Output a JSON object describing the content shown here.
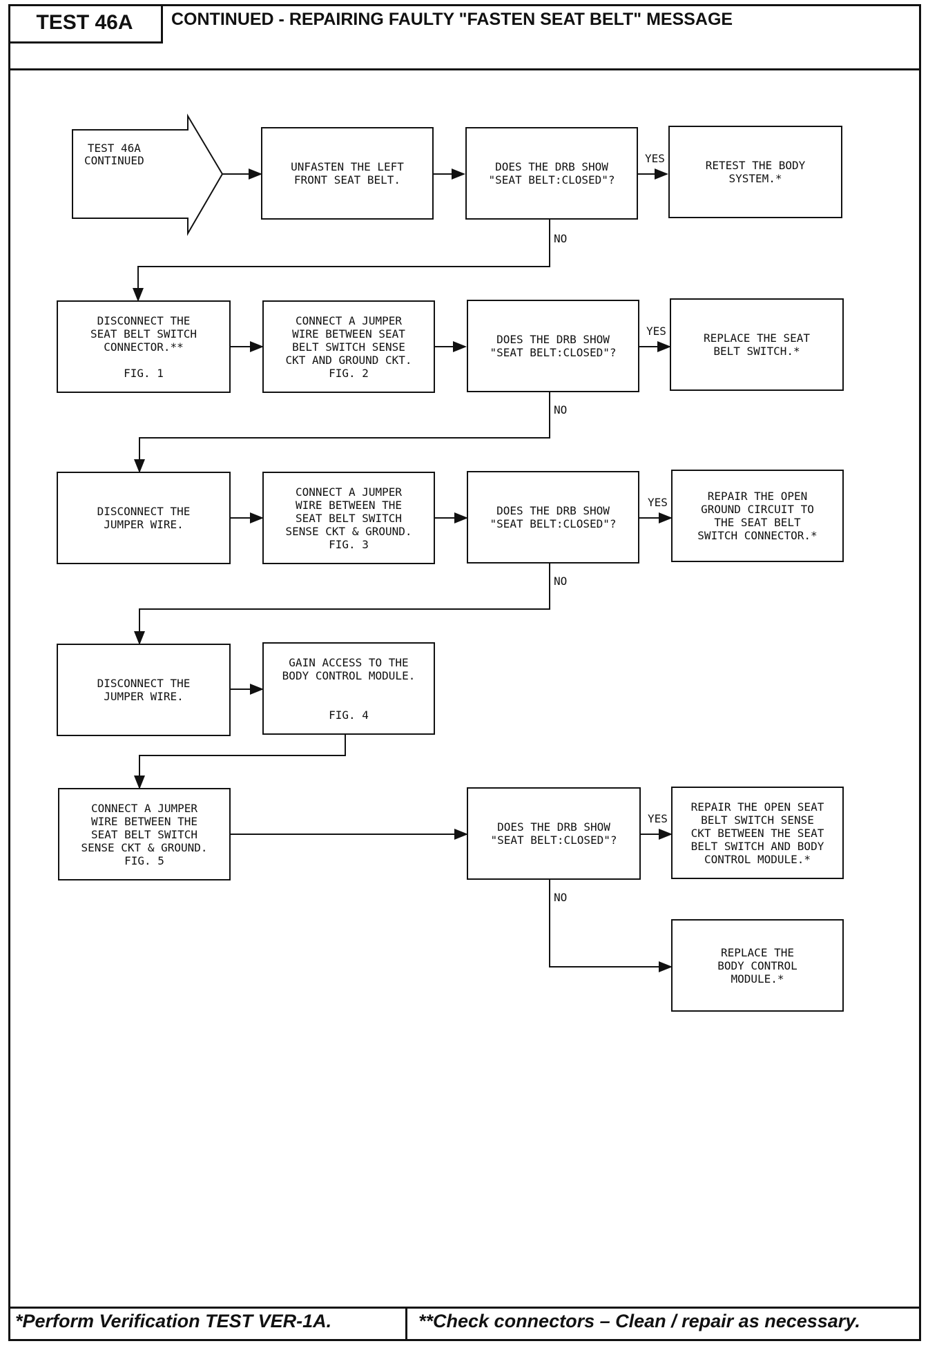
{
  "header": {
    "test_id": "TEST 46A",
    "title": "CONTINUED - REPAIRING FAULTY \"FASTEN SEAT BELT\" MESSAGE"
  },
  "flowchart": {
    "start": "TEST 46A\nCONTINUED",
    "unfasten": "UNFASTEN THE LEFT\nFRONT SEAT BELT.",
    "q1": "DOES THE DRB SHOW\n\"SEAT BELT:CLOSED\"?",
    "retest": "RETEST THE BODY\nSYSTEM.*",
    "disconnect_connector": "DISCONNECT THE\nSEAT BELT SWITCH\nCONNECTOR.**\n\nFIG. 1",
    "jumper_fig2": "CONNECT A JUMPER\nWIRE BETWEEN SEAT\nBELT SWITCH SENSE\nCKT AND GROUND CKT.\nFIG. 2",
    "q2": "DOES THE DRB SHOW\n\"SEAT BELT:CLOSED\"?",
    "replace_switch": "REPLACE THE SEAT\nBELT SWITCH.*",
    "disconnect_jumper_1": "DISCONNECT THE\nJUMPER WIRE.",
    "jumper_fig3": "CONNECT A JUMPER\nWIRE BETWEEN THE\nSEAT BELT SWITCH\nSENSE CKT & GROUND.\nFIG. 3",
    "q3": "DOES THE DRB SHOW\n\"SEAT BELT:CLOSED\"?",
    "repair_ground": "REPAIR THE OPEN\nGROUND CIRCUIT TO\nTHE SEAT BELT\nSWITCH CONNECTOR.*",
    "disconnect_jumper_2": "DISCONNECT THE\nJUMPER WIRE.",
    "gain_access": "GAIN ACCESS TO THE\nBODY CONTROL MODULE.\n\n\nFIG. 4",
    "jumper_fig5": "CONNECT A JUMPER\nWIRE BETWEEN THE\nSEAT BELT SWITCH\nSENSE CKT & GROUND.\nFIG. 5",
    "q4": "DOES THE DRB SHOW\n\"SEAT BELT:CLOSED\"?",
    "repair_sense": "REPAIR THE OPEN SEAT\nBELT SWITCH SENSE\nCKT BETWEEN THE SEAT\nBELT SWITCH AND BODY\nCONTROL MODULE.*",
    "replace_bcm": "REPLACE THE\nBODY CONTROL\nMODULE.*",
    "yes": "YES",
    "no": "NO"
  },
  "footer": {
    "note_left": "*Perform Verification TEST VER-1A.",
    "note_right": "**Check connectors – Clean / repair as necessary."
  }
}
